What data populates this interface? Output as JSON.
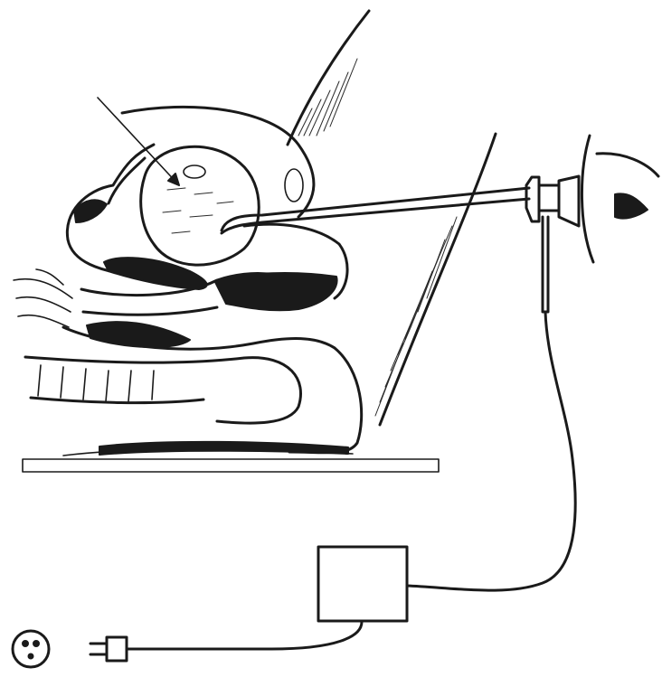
{
  "figure": {
    "colors": {
      "ink": "#1a1a1a",
      "background": "#ffffff"
    },
    "elements": [
      "pointer-arrow",
      "wall-outline",
      "bladder-cavity",
      "endoscope-shaft",
      "eyepiece",
      "observer-eye",
      "light-cable",
      "light-source-box",
      "power-plug",
      "wall-socket",
      "examination-table"
    ]
  }
}
